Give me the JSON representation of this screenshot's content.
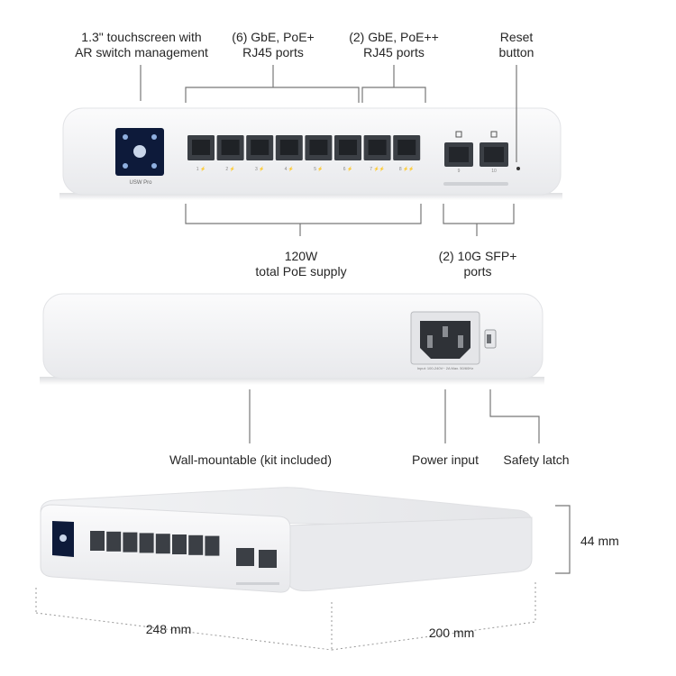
{
  "callouts": {
    "touchscreen": [
      "1.3\" touchscreen with",
      "AR switch management"
    ],
    "gbe_poe_plus": [
      "(6) GbE, PoE+",
      "RJ45 ports"
    ],
    "gbe_poe_plusplus": [
      "(2) GbE, PoE++",
      "RJ45 ports"
    ],
    "reset": [
      "Reset",
      "button"
    ],
    "poe_supply": [
      "120W",
      "total PoE supply"
    ],
    "sfp": [
      "(2) 10G SFP+",
      "ports"
    ],
    "wall_mount": "Wall-mountable (kit included)",
    "power_input": "Power input",
    "safety_latch": "Safety latch"
  },
  "device": {
    "model_label": "USW Pro",
    "port_labels": [
      "1 ⚡",
      "2 ⚡",
      "3 ⚡",
      "4 ⚡",
      "5 ⚡",
      "6 ⚡",
      "7 ⚡⚡",
      "8 ⚡⚡"
    ],
    "sfp_labels": [
      "9",
      "10"
    ],
    "power_rating": "Input: 100-240V~ 2A Max. 50/60Hz"
  },
  "dimensions": {
    "height": "44 mm",
    "width": "248 mm",
    "depth": "200 mm"
  },
  "colors": {
    "device_body": "#f4f5f7",
    "screen": "#0d1a3a",
    "port": "#3b3f45",
    "callout_line": "#777777"
  }
}
